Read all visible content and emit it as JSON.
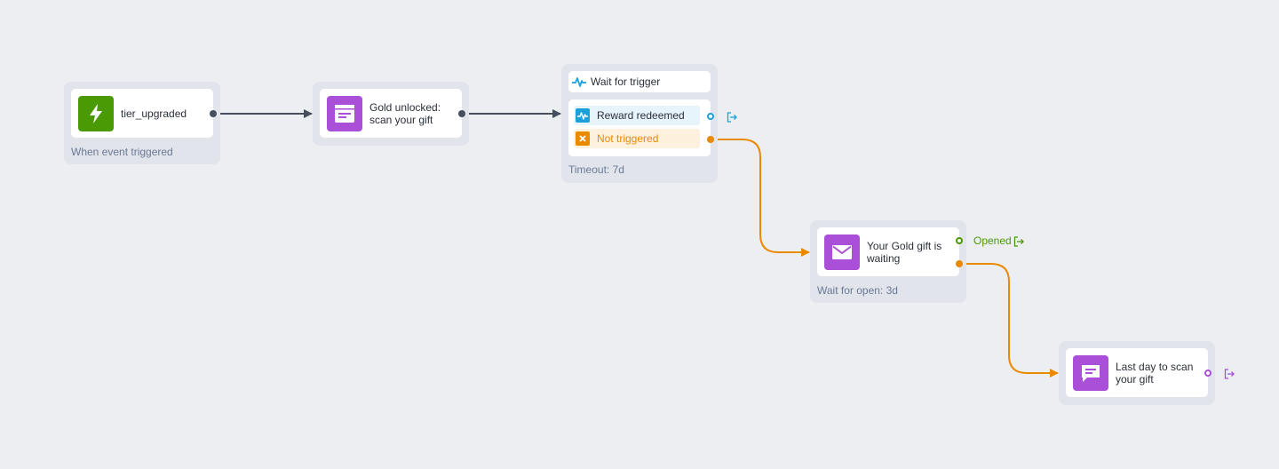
{
  "colors": {
    "background": "#eceef2",
    "edge_default": "#474f5f",
    "edge_orange": "#ea8a00",
    "trigger_green": "#4a9a05",
    "action_purple": "#a94fd8",
    "wait_blue": "#1ba1d9",
    "caption": "#6b7a96"
  },
  "nodes": {
    "trigger": {
      "title": "tier_upgraded",
      "caption": "When event triggered",
      "icon": "lightning-icon"
    },
    "inapp": {
      "title": "Gold unlocked: scan your gift",
      "icon": "in-app-message-icon"
    },
    "wait": {
      "header": "Wait for trigger",
      "header_icon": "pulse-icon",
      "branch_yes": "Reward redeemed",
      "branch_no": "Not triggered",
      "caption": "Timeout: 7d",
      "exit_icon": "exit-icon"
    },
    "email": {
      "title": "Your Gold gift is waiting",
      "icon": "envelope-icon",
      "caption": "Wait for open: 3d",
      "opened_label": "Opened"
    },
    "sms": {
      "title": "Last day to scan your gift",
      "icon": "chat-message-icon"
    }
  }
}
